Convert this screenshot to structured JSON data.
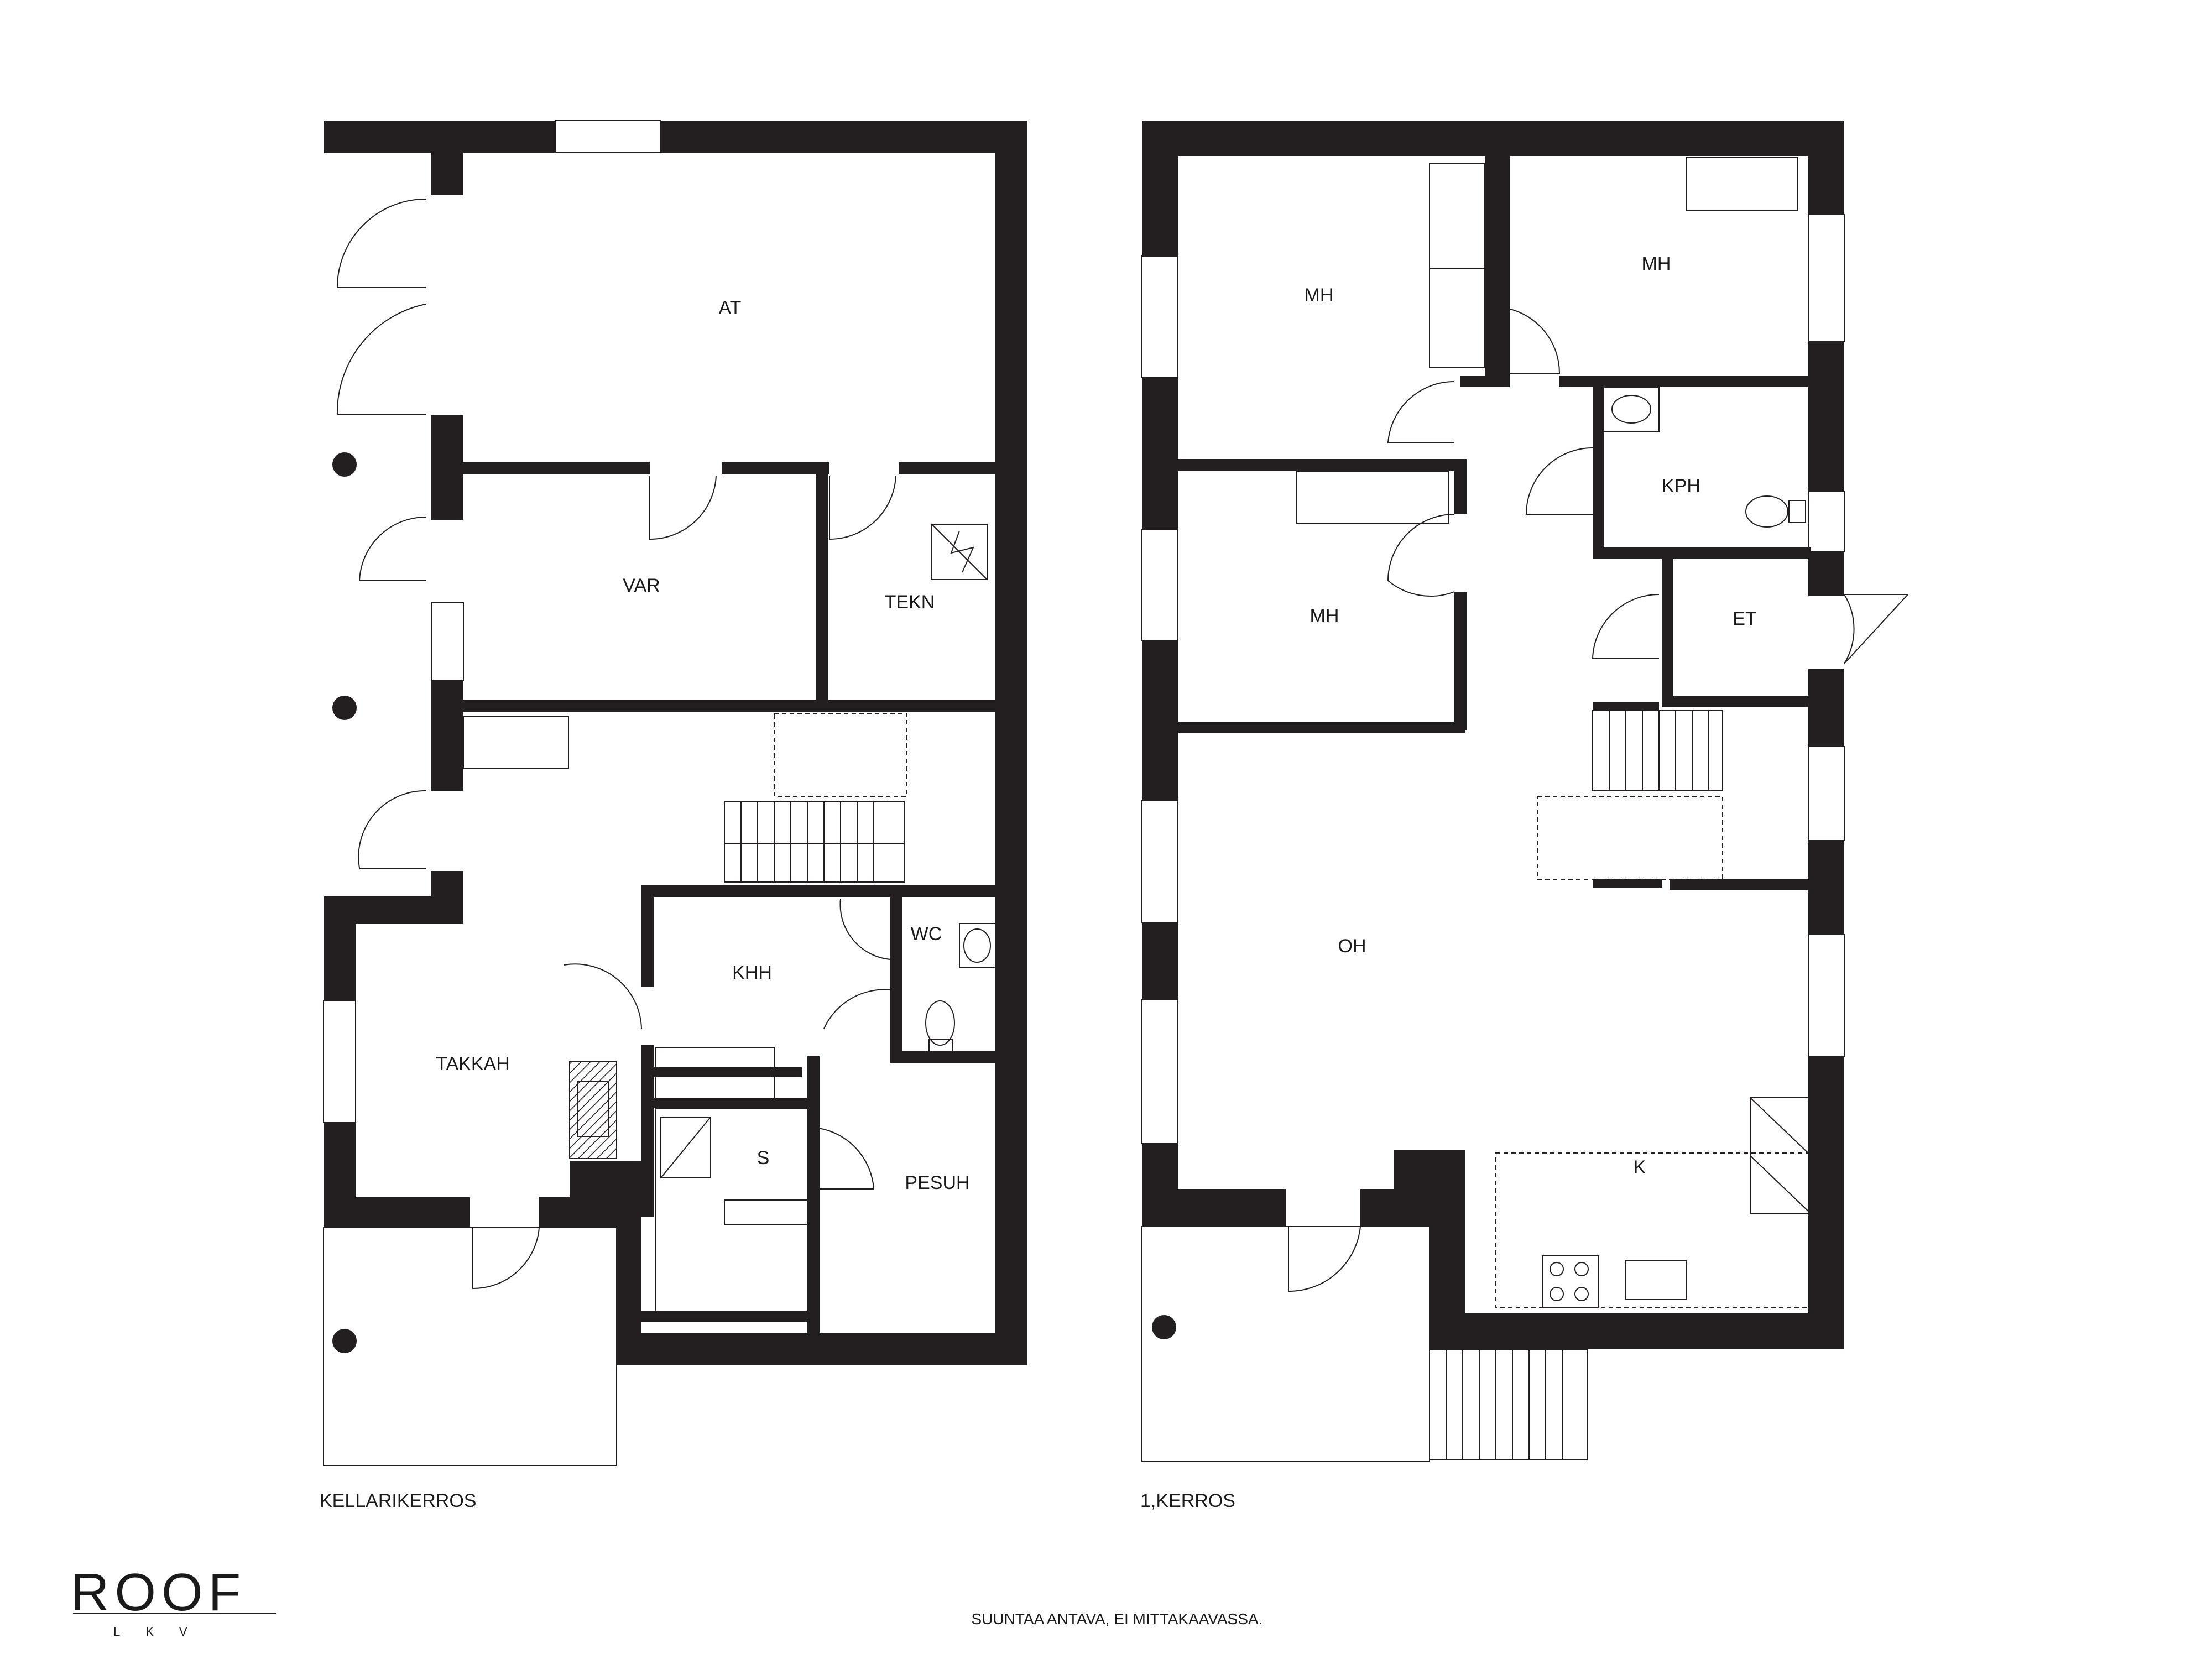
{
  "floors": [
    {
      "name": "KELLARIKERROS",
      "rooms": [
        "AT",
        "VAR",
        "TEKN",
        "KHH",
        "WC",
        "TAKKAH",
        "S",
        "PESUH"
      ]
    },
    {
      "name": "1,KERROS",
      "rooms": [
        "MH",
        "MH",
        "KPH",
        "MH",
        "ET",
        "OH",
        "K"
      ]
    }
  ],
  "disclaimer": "SUUNTAA ANTAVA, EI MITTAKAAVASSA.",
  "logo": {
    "main": "ROOF",
    "sub": "LKV"
  },
  "colors": {
    "wall": "#231f20",
    "background": "#ffffff"
  }
}
